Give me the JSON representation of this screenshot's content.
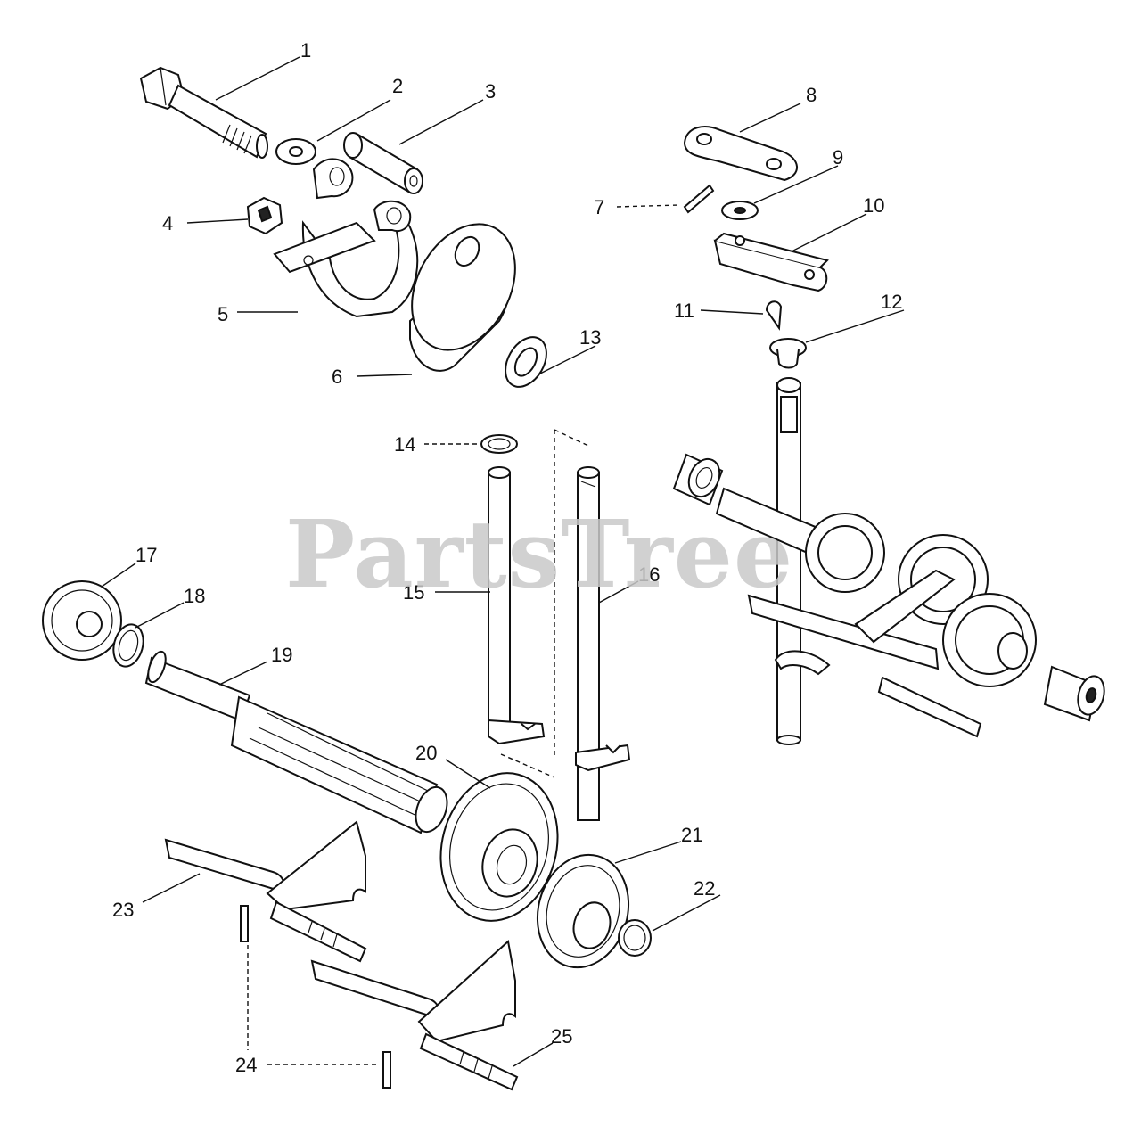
{
  "watermark": "PartsTree",
  "callouts": [
    {
      "id": "1",
      "label": "1"
    },
    {
      "id": "2",
      "label": "2"
    },
    {
      "id": "3",
      "label": "3"
    },
    {
      "id": "4",
      "label": "4"
    },
    {
      "id": "5",
      "label": "5"
    },
    {
      "id": "6",
      "label": "6"
    },
    {
      "id": "7",
      "label": "7"
    },
    {
      "id": "8",
      "label": "8"
    },
    {
      "id": "9",
      "label": "9"
    },
    {
      "id": "10",
      "label": "10"
    },
    {
      "id": "11",
      "label": "11"
    },
    {
      "id": "12",
      "label": "12"
    },
    {
      "id": "13",
      "label": "13"
    },
    {
      "id": "14",
      "label": "14"
    },
    {
      "id": "15",
      "label": "15"
    },
    {
      "id": "16",
      "label": "16"
    },
    {
      "id": "17",
      "label": "17"
    },
    {
      "id": "18",
      "label": "18"
    },
    {
      "id": "19",
      "label": "19"
    },
    {
      "id": "20",
      "label": "20"
    },
    {
      "id": "21",
      "label": "21"
    },
    {
      "id": "22",
      "label": "22"
    },
    {
      "id": "23",
      "label": "23"
    },
    {
      "id": "24",
      "label": "24"
    },
    {
      "id": "25",
      "label": "25"
    }
  ]
}
